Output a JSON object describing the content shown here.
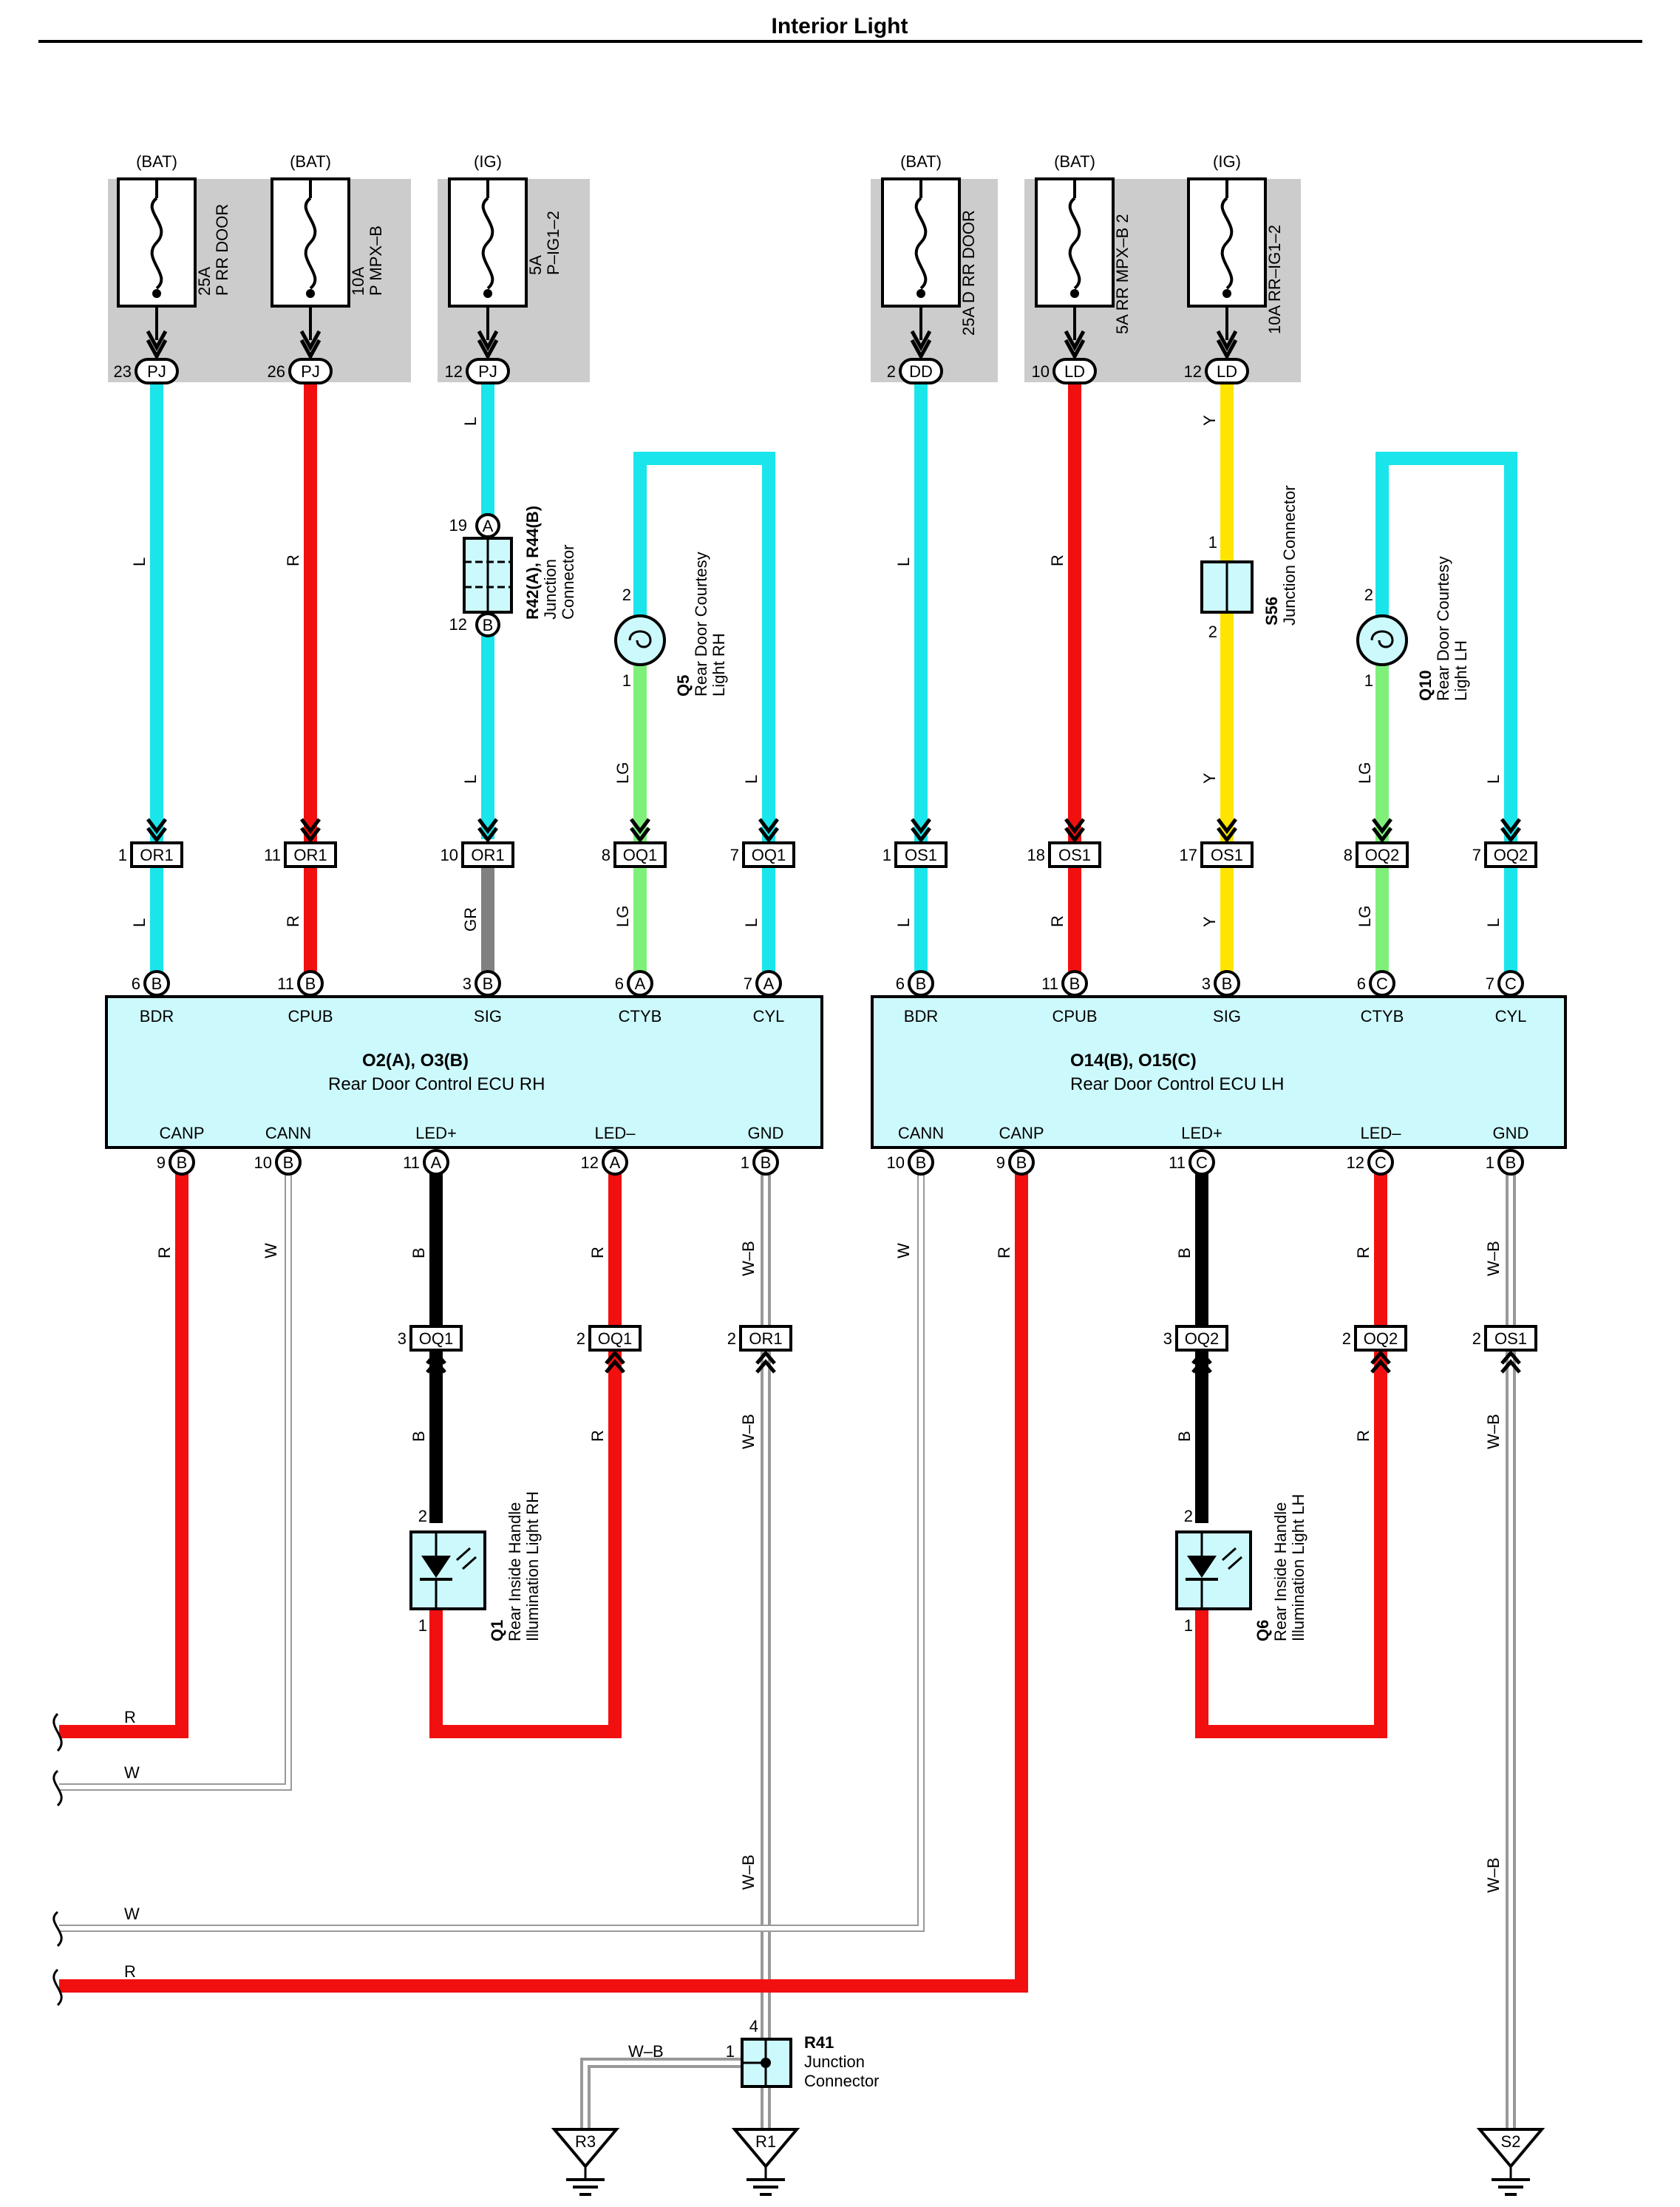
{
  "title": "Interior Light",
  "colors": {
    "L": "#19e5ea",
    "R": "#f20f0f",
    "Y": "#ffe400",
    "LG": "#7ef07a",
    "GR": "#808080",
    "B": "#000000",
    "W": "#b0b0b0",
    "ecu_fill": "#ccf9fc",
    "fuse_bg": "#cccccc"
  },
  "fuses": [
    {
      "source": "(BAT)",
      "rating": "25A",
      "name": "P RR DOOR",
      "pin": "23",
      "connector": "PJ",
      "wire": "L"
    },
    {
      "source": "(BAT)",
      "rating": "10A",
      "name": "P MPX–B",
      "pin": "26",
      "connector": "PJ",
      "wire": "R"
    },
    {
      "source": "(IG)",
      "rating": "5A",
      "name": "P–IG1–2",
      "pin": "12",
      "connector": "PJ",
      "wire": "L"
    },
    {
      "source": "(BAT)",
      "rating": "25A",
      "name": "D RR DOOR",
      "pin": "2",
      "connector": "DD",
      "wire": "L"
    },
    {
      "source": "(BAT)",
      "rating": "5A",
      "name": "RR MPX–B 2",
      "pin": "10",
      "connector": "LD",
      "wire": "R"
    },
    {
      "source": "(IG)",
      "rating": "10A",
      "name": "RR–IG1–2",
      "pin": "12",
      "connector": "LD",
      "wire": "Y"
    }
  ],
  "junction_r42": {
    "label_a": "R42(A), R44(B)",
    "label_b": "Junction",
    "label_c": "Connector",
    "pin_top": "19",
    "pin_top_conn": "A",
    "pin_bot": "12",
    "pin_bot_conn": "B"
  },
  "junction_s56": {
    "code": "S56",
    "label": "Junction Connector",
    "pin_top": "1",
    "pin_bot": "2"
  },
  "lamp_q5": {
    "code": "Q5",
    "label_a": "Rear Door Courtesy",
    "label_b": "Light RH",
    "pin_top": "2",
    "pin_bot": "1"
  },
  "lamp_q10": {
    "code": "Q10",
    "label_a": "Rear Door Courtesy",
    "label_b": "Light LH",
    "pin_top": "2",
    "pin_bot": "1"
  },
  "upper_connectors": [
    {
      "pin": "1",
      "name": "OR1",
      "wire": "L"
    },
    {
      "pin": "11",
      "name": "OR1",
      "wire": "R"
    },
    {
      "pin": "10",
      "name": "OR1",
      "wire": "GR"
    },
    {
      "pin": "8",
      "name": "OQ1",
      "wire": "LG"
    },
    {
      "pin": "7",
      "name": "OQ1",
      "wire": "L"
    },
    {
      "pin": "1",
      "name": "OS1",
      "wire": "L"
    },
    {
      "pin": "18",
      "name": "OS1",
      "wire": "R"
    },
    {
      "pin": "17",
      "name": "OS1",
      "wire": "Y"
    },
    {
      "pin": "8",
      "name": "OQ2",
      "wire": "LG"
    },
    {
      "pin": "7",
      "name": "OQ2",
      "wire": "L"
    }
  ],
  "ecu_rh": {
    "code": "O2(A), O3(B)",
    "name": "Rear Door Control ECU RH",
    "top_pins": [
      {
        "pin": "6",
        "conn": "B",
        "label": "BDR"
      },
      {
        "pin": "11",
        "conn": "B",
        "label": "CPUB"
      },
      {
        "pin": "3",
        "conn": "B",
        "label": "SIG"
      },
      {
        "pin": "6",
        "conn": "A",
        "label": "CTYB"
      },
      {
        "pin": "7",
        "conn": "A",
        "label": "CYL"
      }
    ],
    "bottom_pins": [
      {
        "pin": "9",
        "conn": "B",
        "label": "CANP"
      },
      {
        "pin": "10",
        "conn": "B",
        "label": "CANN"
      },
      {
        "pin": "11",
        "conn": "A",
        "label": "LED+"
      },
      {
        "pin": "12",
        "conn": "A",
        "label": "LED–"
      },
      {
        "pin": "1",
        "conn": "B",
        "label": "GND"
      }
    ]
  },
  "ecu_lh": {
    "code": "O14(B), O15(C)",
    "name": "Rear Door Control ECU LH",
    "top_pins": [
      {
        "pin": "6",
        "conn": "B",
        "label": "BDR"
      },
      {
        "pin": "11",
        "conn": "B",
        "label": "CPUB"
      },
      {
        "pin": "3",
        "conn": "B",
        "label": "SIG"
      },
      {
        "pin": "6",
        "conn": "C",
        "label": "CTYB"
      },
      {
        "pin": "7",
        "conn": "C",
        "label": "CYL"
      }
    ],
    "bottom_pins": [
      {
        "pin": "10",
        "conn": "B",
        "label": "CANN"
      },
      {
        "pin": "9",
        "conn": "B",
        "label": "CANP"
      },
      {
        "pin": "11",
        "conn": "C",
        "label": "LED+"
      },
      {
        "pin": "12",
        "conn": "C",
        "label": "LED–"
      },
      {
        "pin": "1",
        "conn": "B",
        "label": "GND"
      }
    ]
  },
  "lower_connectors": [
    {
      "pin": "3",
      "name": "OQ1"
    },
    {
      "pin": "2",
      "name": "OQ1"
    },
    {
      "pin": "2",
      "name": "OR1"
    },
    {
      "pin": "3",
      "name": "OQ2"
    },
    {
      "pin": "2",
      "name": "OQ2"
    },
    {
      "pin": "2",
      "name": "OS1"
    }
  ],
  "q1": {
    "code": "Q1",
    "label_a": "Rear Inside Handle",
    "label_b": "Illumination Light RH",
    "pin_top": "2",
    "pin_bot": "1"
  },
  "q6": {
    "code": "Q6",
    "label_a": "Rear Inside Handle",
    "label_b": "Illumination Light LH",
    "pin_top": "2",
    "pin_bot": "1"
  },
  "r41": {
    "code": "R41",
    "label_a": "Junction",
    "label_b": "Connector",
    "pin_top": "4",
    "pin_left": "1",
    "wire": "W–B"
  },
  "grounds": [
    "R3",
    "R1",
    "S2"
  ],
  "wire_codes": {
    "L": "L",
    "R": "R",
    "Y": "Y",
    "LG": "LG",
    "GR": "GR",
    "B": "B",
    "W": "W",
    "WB": "W–B"
  }
}
